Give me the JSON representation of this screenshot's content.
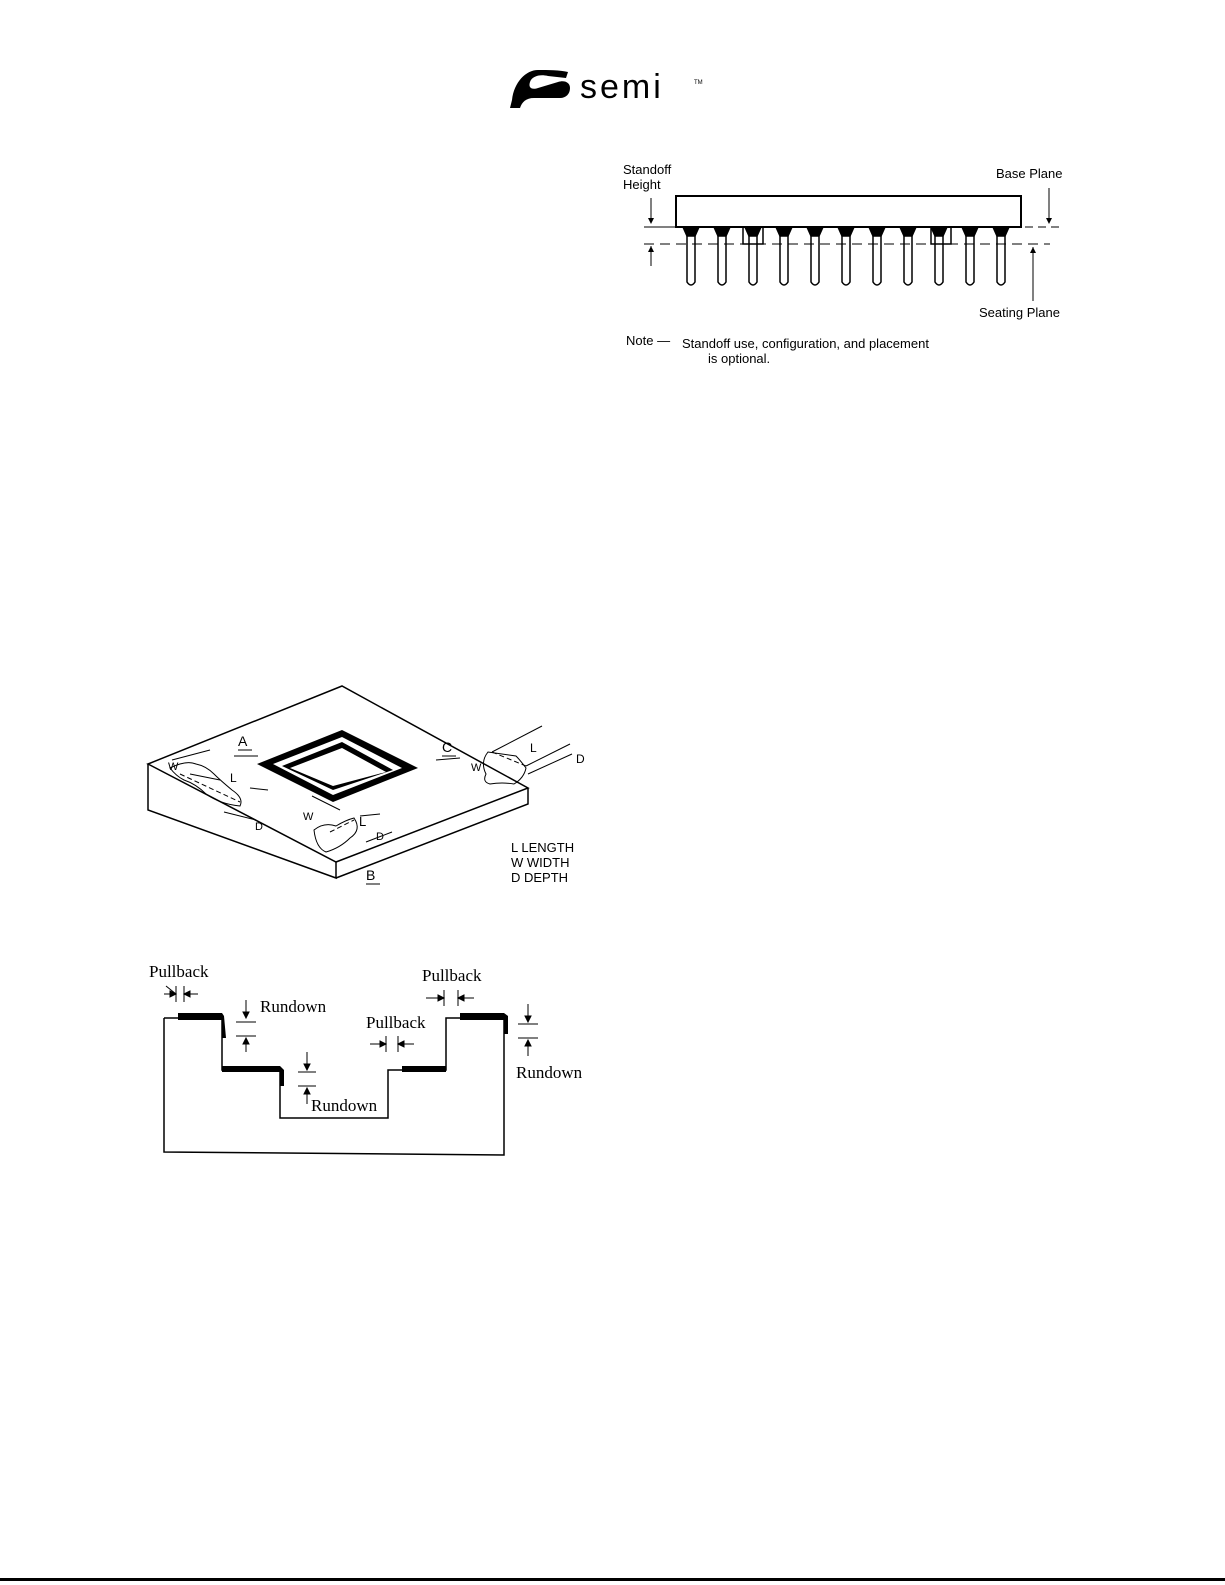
{
  "logo": {
    "text": "semi",
    "tm": "TM"
  },
  "figure_standoff": {
    "label_standoff_line1": "Standoff",
    "label_standoff_line2": "Height",
    "label_base_plane": "Base Plane",
    "label_seating_plane": "Seating Plane",
    "note_prefix": "Note —",
    "note_line1": "Standoff use, configuration, and placement",
    "note_line2": "is optional."
  },
  "figure_chip": {
    "label_a": "A",
    "label_b": "B",
    "label_c": "C",
    "label_w1": "W",
    "label_l1": "L",
    "label_d1": "D",
    "label_w2": "W",
    "label_l2": "L",
    "label_d2": "D",
    "label_w3": "W",
    "label_l3": "L",
    "label_d3": "D",
    "legend_l": "L LENGTH",
    "legend_w": "W WIDTH",
    "legend_d": "D DEPTH"
  },
  "figure_pullback": {
    "pullback_left": "Pullback",
    "pullback_right": "Pullback",
    "pullback_middle": "Pullback",
    "rundown_left": "Rundown",
    "rundown_middle": "Rundown",
    "rundown_right": "Rundown"
  }
}
